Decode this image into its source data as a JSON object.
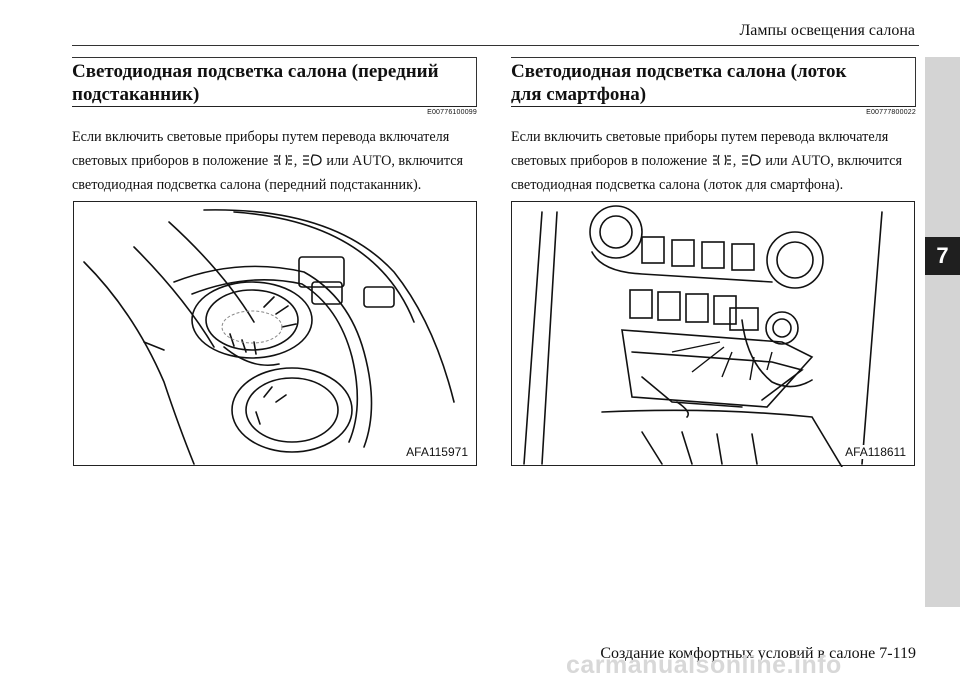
{
  "header": {
    "title": "Лампы освещения салона"
  },
  "chapter": {
    "number": "7"
  },
  "sections": [
    {
      "title_line1": "Светодиодная подсветка салона (передний",
      "title_line2": "подстаканник)",
      "code": "E00776100099",
      "body_line1": "Если включить световые приборы путем перевода включателя",
      "body_pre": "световых приборов в положение",
      "body_mid": ",",
      "body_post": "или AUTO, включится",
      "body_line3": "светодиодная подсветка салона (передний подстаканник).",
      "figure_label": "AFA115971"
    },
    {
      "title_line1": "Светодиодная подсветка салона (лоток",
      "title_line2": "для смартфона)",
      "code": "E00777800022",
      "body_line1": "Если включить световые приборы путем перевода включателя",
      "body_pre": "световых приборов в положение",
      "body_mid": ",",
      "body_post": "или AUTO, включится",
      "body_line3": "светодиодная подсветка салона (лоток для смартфона).",
      "figure_label": "AFA118611"
    }
  ],
  "icons": {
    "position_lamp": "parking-lamp-icon",
    "headlamp": "headlamp-icon"
  },
  "footer": {
    "text": "Создание комфортных условий в салоне    7-119"
  },
  "watermark": {
    "text": "carmanualsonline.info"
  }
}
